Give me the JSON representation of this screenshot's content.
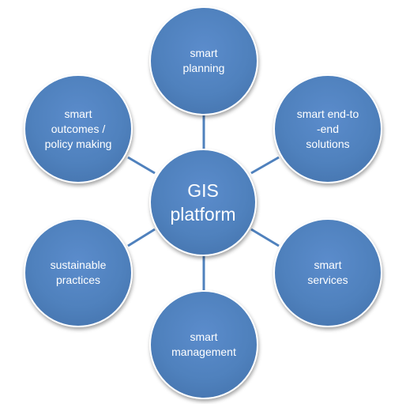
{
  "diagram": {
    "center": {
      "label": "GIS\nplatform"
    },
    "nodes": [
      {
        "id": "top",
        "label": "smart\nplanning"
      },
      {
        "id": "upper-right",
        "label": "smart end-to\n-end\nsolutions"
      },
      {
        "id": "lower-right",
        "label": "smart\nservices"
      },
      {
        "id": "bottom",
        "label": "smart\nmanagement"
      },
      {
        "id": "lower-left",
        "label": "sustainable\npractices"
      },
      {
        "id": "upper-left",
        "label": "smart\noutcomes /\npolicy making"
      }
    ],
    "colors": {
      "node_fill": "#4f81bd",
      "connector": "#4f81bd",
      "text": "#ffffff"
    }
  }
}
